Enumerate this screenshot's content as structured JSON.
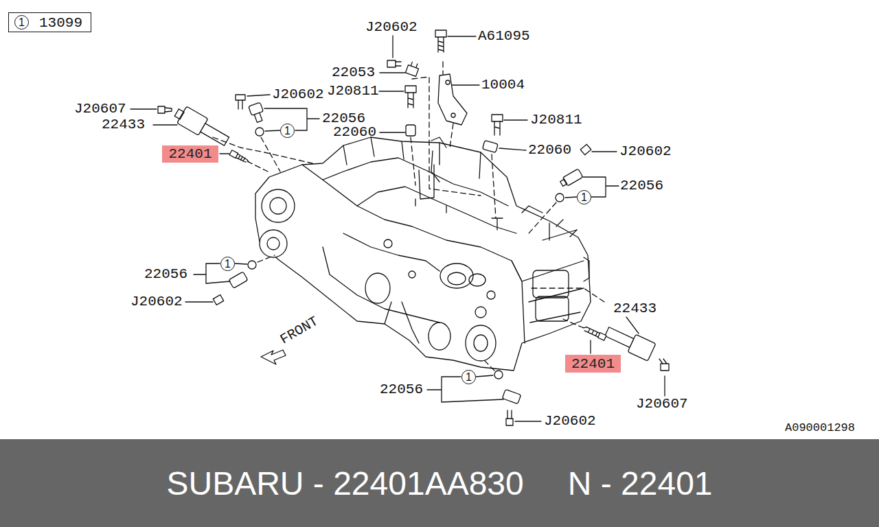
{
  "diagram": {
    "nodes": [
      {
        "text": [
          "13099"
        ]
      },
      {
        "text": [
          "1"
        ],
        "in": 0
      },
      {
        "text": [
          "1"
        ]
      },
      {
        "text": [
          "22401"
        ]
      },
      {
        "text": [
          "1"
        ]
      },
      {
        "text": [
          "1"
        ]
      },
      {
        "text": [
          "22401"
        ]
      },
      {
        "text": [
          "1"
        ]
      },
      {
        "text": [
          "SUBARU - 22401AA830",
          "N - 22401"
        ]
      }
    ],
    "labels": [
      "J20602",
      "A61095",
      "22053",
      "J20602",
      "J20811",
      "10004",
      "J20607",
      "22056",
      "22433",
      "22060",
      "J20811",
      "22060",
      "J20602",
      "22056",
      "22056",
      "J20602",
      "22433",
      "22056",
      "J20607",
      "J20602",
      "A090001298",
      "FRONT"
    ]
  }
}
